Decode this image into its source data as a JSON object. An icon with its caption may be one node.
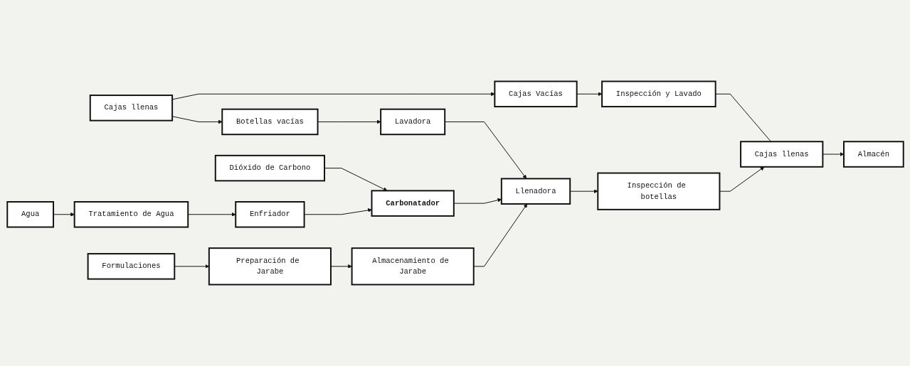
{
  "diagram": {
    "nodes": [
      {
        "text": [
          "Formulaciones"
        ]
      },
      {
        "text": [
          "Preparación de Jarabe"
        ]
      },
      {
        "text": [
          "Almacenamiento de Jarabe"
        ]
      },
      {
        "text": [
          "Cajas Vacías"
        ]
      },
      {
        "text": [
          "Inspección y Lavado"
        ]
      },
      {
        "text": [
          "Cajas llenas"
        ]
      },
      {
        "text": [
          "Botellas vacías"
        ]
      },
      {
        "text": [
          "Lavadora"
        ]
      },
      {
        "text": [
          "Llenadora"
        ]
      },
      {
        "text": [
          "Inspección de botellas"
        ]
      },
      {
        "text": [
          "Cajas llenas"
        ]
      },
      {
        "text": [
          "Almacén"
        ]
      },
      {
        "text": [
          "Dióxido de Carbono"
        ]
      },
      {
        "text": [
          "Carbonatador"
        ]
      },
      {
        "text": [
          "Enfriador"
        ]
      },
      {
        "text": [
          "Tratamiento de Agua"
        ]
      },
      {
        "text": [
          "Agua"
        ]
      }
    ],
    "edges": [
      {
        "from": 5,
        "to": 6,
        "arrow": "to"
      },
      {
        "from": 6,
        "to": 7,
        "arrow": "to"
      },
      {
        "from": 7,
        "to": 8,
        "arrow": "to"
      },
      {
        "from": 5,
        "to": 3,
        "arrow": "to"
      },
      {
        "from": 3,
        "to": 4,
        "arrow": "to"
      },
      {
        "from": 4,
        "to": 10,
        "arrow": "none"
      },
      {
        "from": 8,
        "to": 9,
        "arrow": "to"
      },
      {
        "from": 9,
        "to": 10,
        "arrow": "to"
      },
      {
        "from": 10,
        "to": 11,
        "arrow": "to"
      },
      {
        "from": 12,
        "to": 13,
        "arrow": "to"
      },
      {
        "from": 13,
        "to": 8,
        "arrow": "to"
      },
      {
        "from": 14,
        "to": 13,
        "arrow": "to"
      },
      {
        "from": 15,
        "to": 14,
        "arrow": "to"
      },
      {
        "from": 16,
        "to": 15,
        "arrow": "to"
      },
      {
        "from": 0,
        "to": 1,
        "arrow": "to"
      },
      {
        "from": 1,
        "to": 2,
        "arrow": "to"
      },
      {
        "from": 2,
        "to": 8,
        "arrow": "to"
      }
    ]
  }
}
